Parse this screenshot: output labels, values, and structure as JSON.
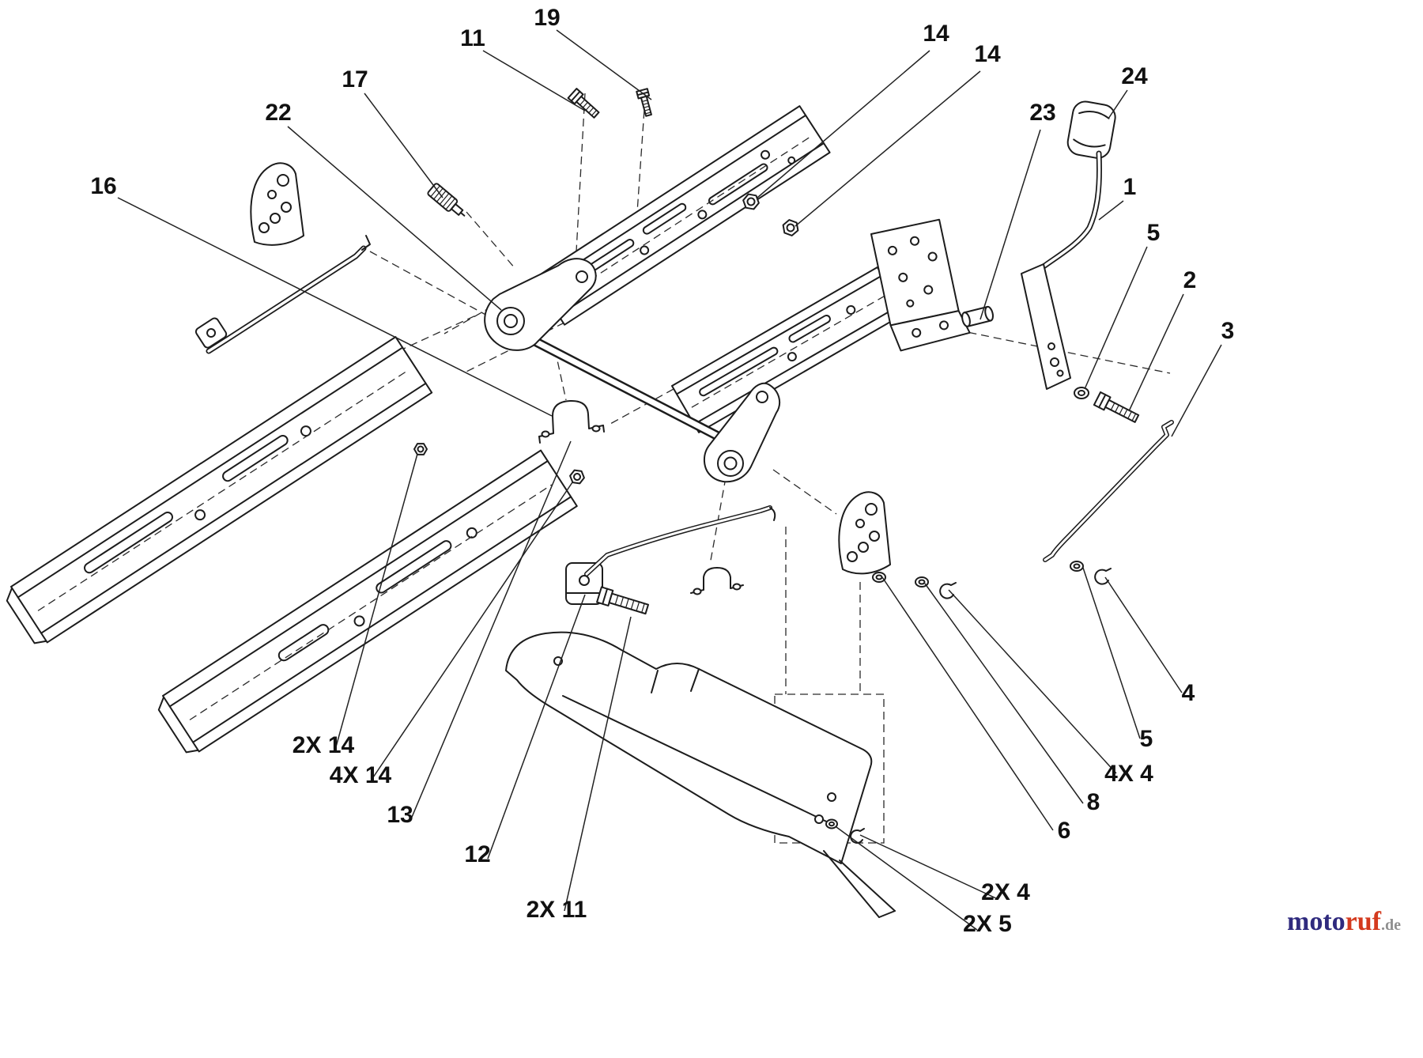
{
  "page": {
    "background": "#ffffff",
    "line_color": "#1c1c1c"
  },
  "diagram": {
    "callouts": [
      {
        "text": "19"
      },
      {
        "text": "11"
      },
      {
        "text": "17"
      },
      {
        "text": "22"
      },
      {
        "text": "16"
      },
      {
        "text": "14"
      },
      {
        "text": "14"
      },
      {
        "text": "24"
      },
      {
        "text": "23"
      },
      {
        "text": "1"
      },
      {
        "text": "5"
      },
      {
        "text": "2"
      },
      {
        "text": "3"
      },
      {
        "text": "4"
      },
      {
        "text": "5"
      },
      {
        "text": "4X 4"
      },
      {
        "text": "8"
      },
      {
        "text": "6"
      },
      {
        "text": "2X 4"
      },
      {
        "text": "2X 5"
      },
      {
        "text": "2X 11"
      },
      {
        "text": "12"
      },
      {
        "text": "13"
      },
      {
        "text": "4X 14"
      },
      {
        "text": "2X 14"
      }
    ]
  },
  "logo": {
    "segments": [
      {
        "text": "moto",
        "color": "#2f2a7e"
      },
      {
        "text": "ruf",
        "color": "#d43a1e"
      },
      {
        "text": ".de",
        "color": "#8f8f8f"
      }
    ]
  }
}
